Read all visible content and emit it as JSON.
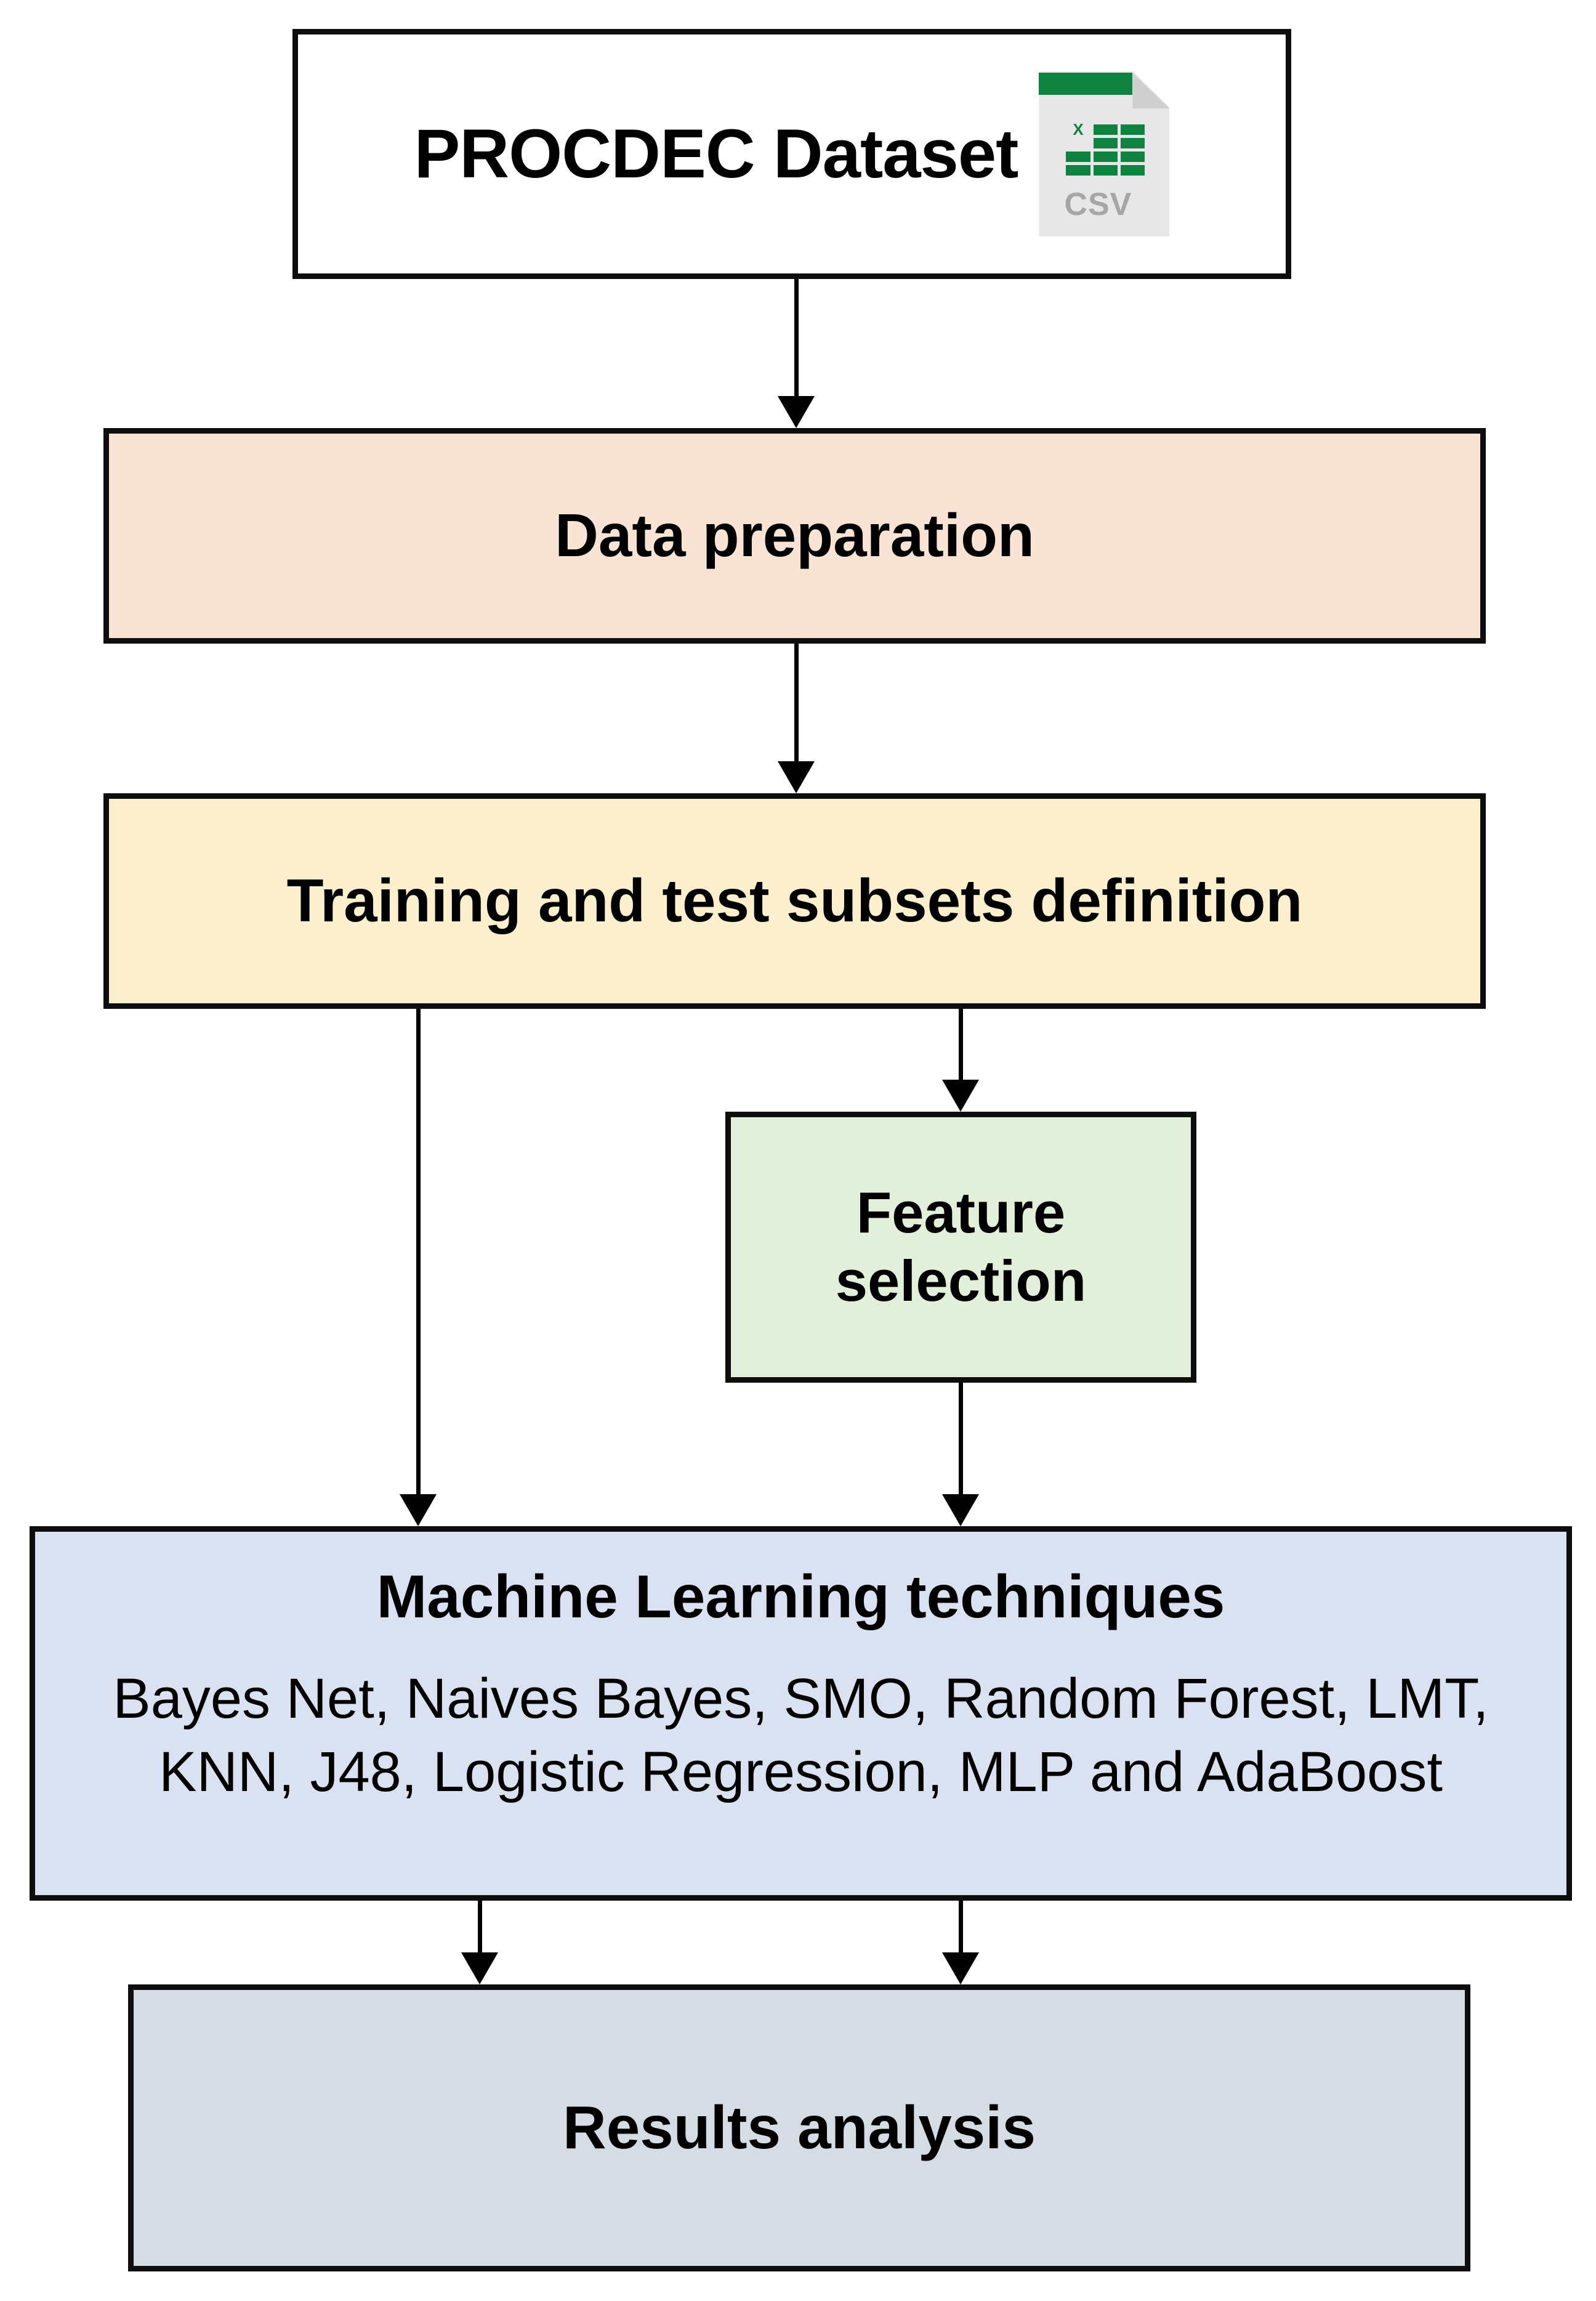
{
  "diagram": {
    "title": "PROCDEC machine learning pipeline flowchart",
    "type": "flowchart",
    "nodes": [
      {
        "id": "dataset",
        "label": "PROCDEC Dataset",
        "icon": "csv-file-icon",
        "icon_label": "CSV",
        "fill": "#ffffff"
      },
      {
        "id": "data-preparation",
        "label": "Data preparation",
        "fill": "#f9e3d5"
      },
      {
        "id": "subsets-definition",
        "label": "Training and test subsets definition",
        "fill": "#fbefcd"
      },
      {
        "id": "feature-selection",
        "label": "Feature\nselection",
        "line1": "Feature",
        "line2": "selection",
        "fill": "#e2efda"
      },
      {
        "id": "ml-techniques",
        "label": "Machine Learning techniques",
        "detail_line1": "Bayes Net,  Naives Bayes, SMO, Random Forest, LMT,",
        "detail_line2": "KNN, J48,  Logistic Regression, MLP and AdaBoost",
        "techniques": [
          "Bayes Net",
          "Naives Bayes",
          "SMO",
          "Random Forest",
          "LMT",
          "KNN",
          "J48",
          "Logistic Regression",
          "MLP",
          "AdaBoost"
        ],
        "fill": "#dae2f2"
      },
      {
        "id": "results-analysis",
        "label": "Results analysis",
        "fill": "#d6dce4"
      }
    ],
    "edges": [
      {
        "from": "dataset",
        "to": "data-preparation"
      },
      {
        "from": "data-preparation",
        "to": "subsets-definition"
      },
      {
        "from": "subsets-definition",
        "to": "feature-selection"
      },
      {
        "from": "subsets-definition",
        "to": "ml-techniques"
      },
      {
        "from": "feature-selection",
        "to": "ml-techniques"
      },
      {
        "from": "ml-techniques",
        "to": "results-analysis"
      },
      {
        "from": "ml-techniques",
        "to": "results-analysis"
      }
    ],
    "colors": {
      "border": "#0d0d0d",
      "arrow": "#000000",
      "csv_green": "#0f8140",
      "csv_body": "#e7e7e7",
      "csv_text": "#a6a6a6"
    }
  }
}
